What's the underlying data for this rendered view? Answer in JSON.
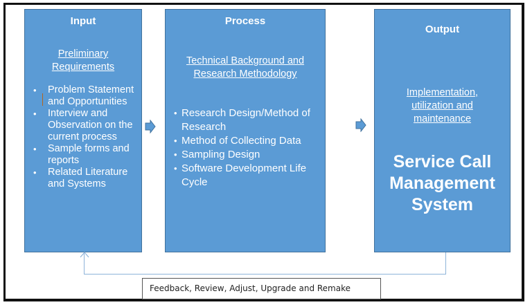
{
  "diagram": {
    "colors": {
      "box_fill": "#5b9bd5",
      "box_border": "#41719c",
      "text": "#ffffff",
      "frame": "#111111",
      "feedback_line": "#8db3d9"
    },
    "input": {
      "title": "Input",
      "subtitle_line1": "Preliminary",
      "subtitle_line2": "Requirements",
      "items": [
        "Problem Statement and Opportunities",
        "Interview and Observation on the current process",
        "Sample forms and reports",
        "Related Literature and Systems"
      ]
    },
    "process": {
      "title": "Process",
      "subtitle_line1": "Technical Background and",
      "subtitle_line2": "Research Methodology",
      "items": [
        "Research Design/Method of Research",
        "Method of Collecting Data",
        "Sampling Design",
        "Software Development Life Cycle"
      ]
    },
    "output": {
      "title": "Output",
      "subtitle_line1": "Implementation,",
      "subtitle_line2": "utilization and",
      "subtitle_line3": "maintenance",
      "system_line1": "Service Call",
      "system_line2": "Management",
      "system_line3": "System"
    },
    "arrows": [
      {
        "from": "input",
        "to": "process",
        "icon": "right-arrow-icon"
      },
      {
        "from": "process",
        "to": "output",
        "icon": "right-arrow-icon"
      }
    ],
    "feedback": {
      "label": "Feedback, Review, Adjust, Upgrade and Remake",
      "from": "output",
      "to": "input"
    }
  }
}
